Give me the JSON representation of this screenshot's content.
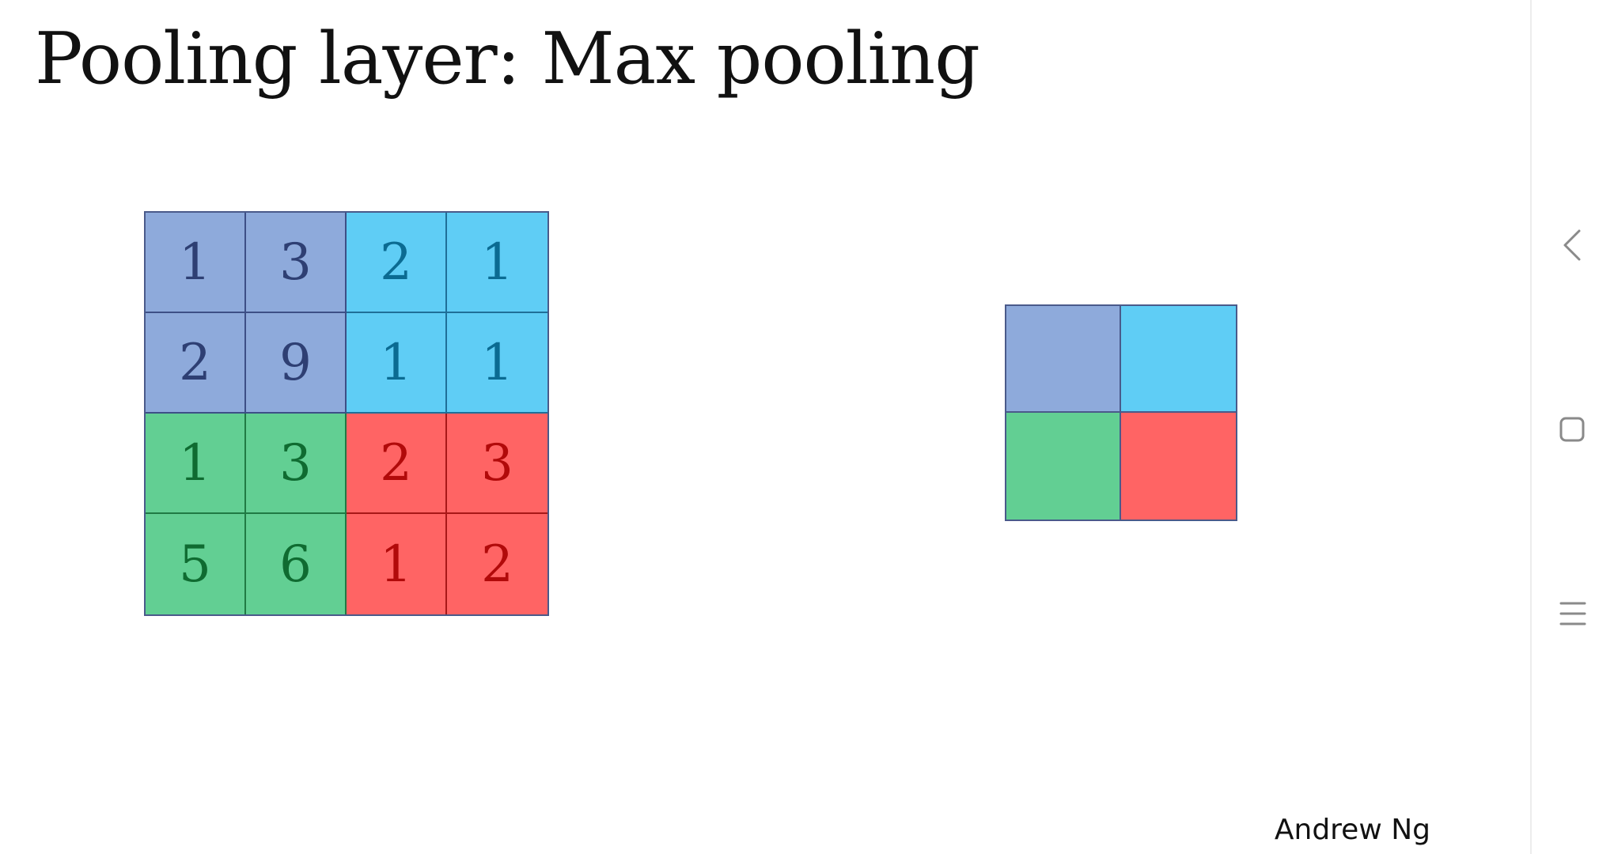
{
  "slide": {
    "title": "Pooling layer: Max pooling",
    "author": "Andrew Ng"
  },
  "input_matrix": {
    "rows": [
      [
        1,
        3,
        2,
        1
      ],
      [
        2,
        9,
        1,
        1
      ],
      [
        1,
        3,
        2,
        3
      ],
      [
        5,
        6,
        1,
        2
      ]
    ],
    "region_colors": {
      "top-left": {
        "fill": "#8eaadb",
        "text": "#2e3f73",
        "line": "#3d4f86"
      },
      "top-right": {
        "fill": "#5fcdf5",
        "text": "#0b6b92",
        "line": "#1f6f98"
      },
      "bottom-left": {
        "fill": "#62cf93",
        "text": "#0f6b31",
        "line": "#207a44"
      },
      "bottom-right": {
        "fill": "#ff6464",
        "text": "#b10a0a",
        "line": "#a81818"
      }
    }
  },
  "output_matrix": {
    "cells": [
      {
        "region": "top-left",
        "fill": "#8eaadb"
      },
      {
        "region": "top-right",
        "fill": "#5fcdf5"
      },
      {
        "region": "bottom-left",
        "fill": "#62cf93"
      },
      {
        "region": "bottom-right",
        "fill": "#ff6464"
      }
    ]
  },
  "nav": {
    "back_icon": "chevron-left-icon",
    "home_icon": "square-icon",
    "recents_icon": "menu-icon",
    "icon_color": "#8a8a8a"
  }
}
